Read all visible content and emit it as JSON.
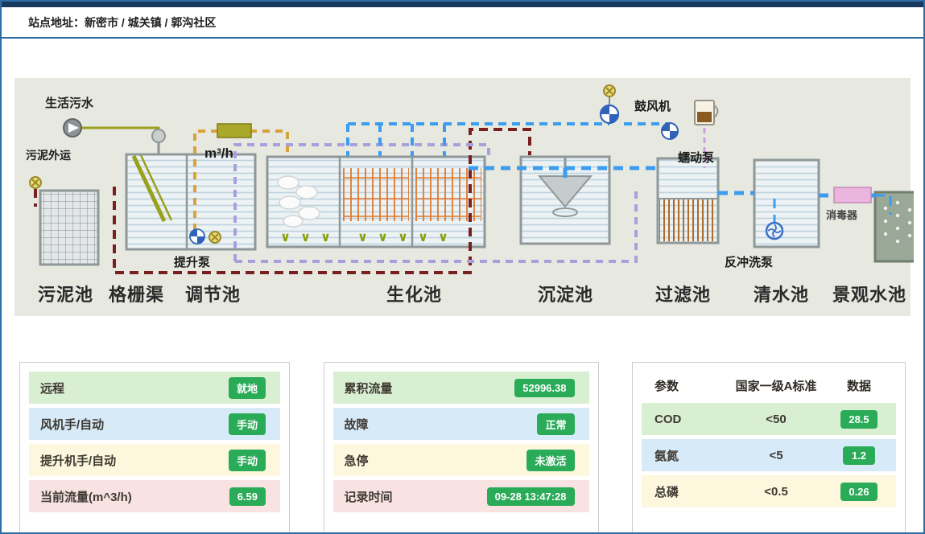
{
  "header": {
    "site_label": "站点地址：新密市 / 城关镇 / 郭沟社区"
  },
  "diagram": {
    "units": [
      "污泥池",
      "格栅渠",
      "调节池",
      "生化池",
      "沉淀池",
      "过滤池",
      "清水池",
      "景观水池"
    ],
    "labels": {
      "inflow": "生活污水",
      "sludge_out": "污泥外运",
      "flow_unit": "m³/h",
      "lift_pump": "提升泵",
      "blower": "鼓风机",
      "peristaltic_pump": "蠕动泵",
      "disinfector": "消毒器",
      "backwash_pump": "反冲洗泵"
    }
  },
  "panels": {
    "control": {
      "rows": [
        {
          "label": "远程",
          "value": "就地"
        },
        {
          "label": "风机手/自动",
          "value": "手动"
        },
        {
          "label": "提升机手/自动",
          "value": "手动"
        },
        {
          "label": "当前流量(m^3/h)",
          "value": "6.59"
        }
      ]
    },
    "status": {
      "rows": [
        {
          "label": "累积流量",
          "value": "52996.38"
        },
        {
          "label": "故障",
          "value": "正常"
        },
        {
          "label": "急停",
          "value": "未激活"
        },
        {
          "label": "记录时间",
          "value": "09-28 13:47:28"
        }
      ]
    },
    "quality": {
      "headers": [
        "参数",
        "国家一级A标准",
        "数据"
      ],
      "rows": [
        {
          "param": "COD",
          "standard": "<50",
          "value": "28.5"
        },
        {
          "param": "氨氮",
          "standard": "<5",
          "value": "1.2"
        },
        {
          "param": "总磷",
          "standard": "<0.5",
          "value": "0.26"
        }
      ]
    }
  },
  "colors": {
    "accent_blue": "#2e6da4",
    "badge_green": "#2aab57",
    "pipe_sludge": "#7a1f1f",
    "pipe_air_water": "#3b9cf0",
    "pipe_recycle": "#a89fdc",
    "pipe_feed": "#d9a23a"
  }
}
